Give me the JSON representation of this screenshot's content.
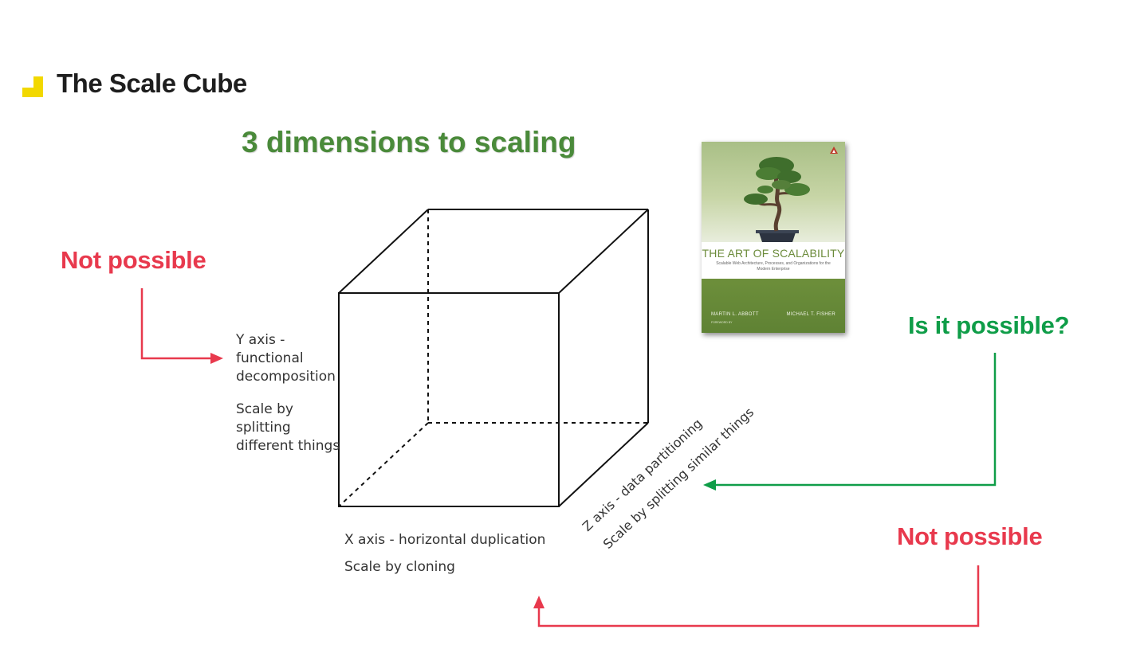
{
  "slide": {
    "title": "The Scale Cube",
    "accent_color": "#f2d800",
    "icon": "corner-bracket-icon"
  },
  "diagram": {
    "subtitle": "3 dimensions to scaling",
    "y_axis": {
      "name": "Y axis - functional decomposition",
      "description": "Scale by splitting different things",
      "lines": [
        "Y axis -",
        "functional",
        "decomposition"
      ],
      "desc_lines": [
        "Scale by",
        "splitting",
        "different things"
      ]
    },
    "x_axis": {
      "name": "X axis - horizontal duplication",
      "description": "Scale by cloning"
    },
    "z_axis": {
      "name": "Z axis - data partitioning",
      "description": "Scale by splitting similar things"
    }
  },
  "callouts": {
    "y_status": "Not possible",
    "z_status": "Is it possible?",
    "x_status": "Not possible",
    "red_color": "#e8394d",
    "green_color": "#0f9d48"
  },
  "book": {
    "title": "THE ART OF SCALABILITY",
    "subtitle": "Scalable Web Architecture, Processes, and Organizations for the Modern Enterprise",
    "author_1": "MARTIN L. ABBOTT",
    "author_2": "MICHAEL T. FISHER",
    "foreword": "FOREWORD BY",
    "image": "bonsai-tree-illustration"
  }
}
